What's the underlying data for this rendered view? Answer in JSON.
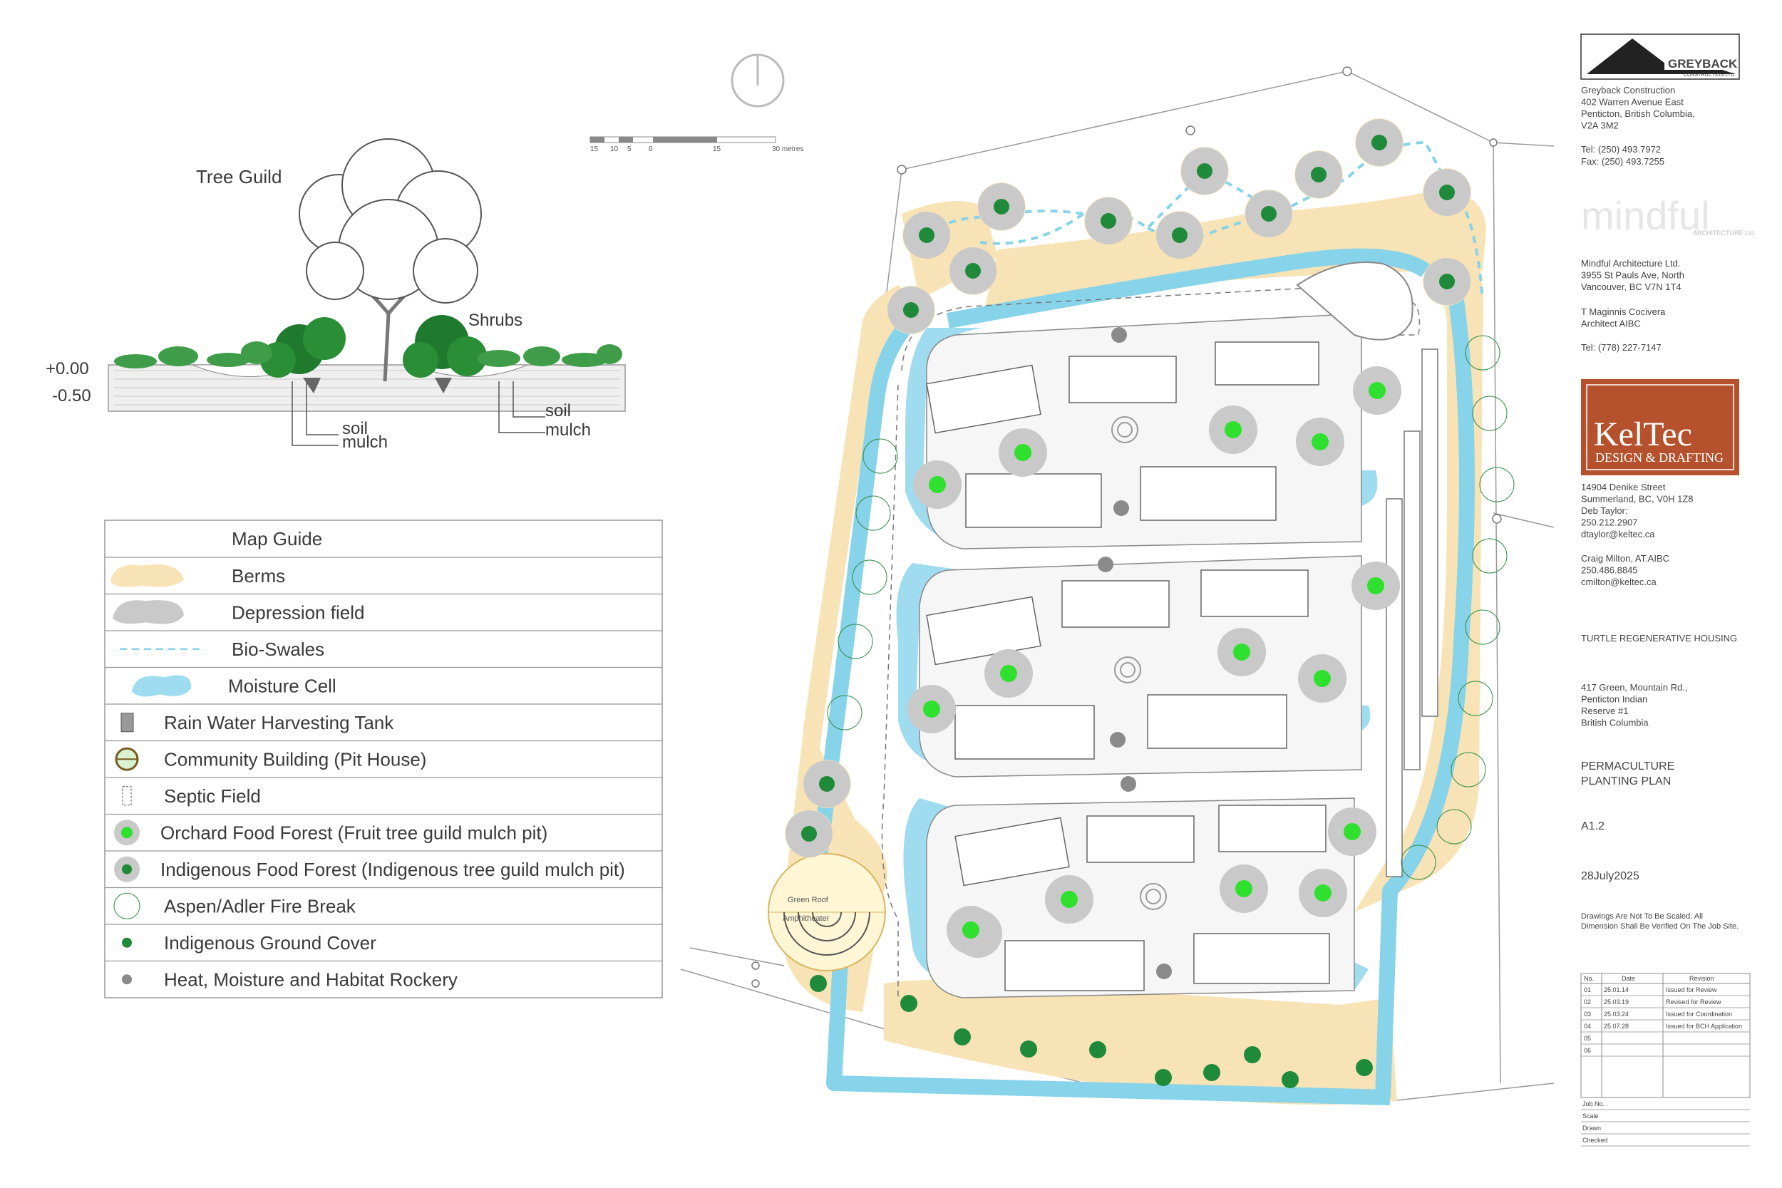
{
  "colors": {
    "berm": "#f7e3b5",
    "depression": "#c9c9c9",
    "swale": "#87d3ea",
    "moisture": "#9fdcf0",
    "orchard_center": "#2fe02f",
    "indigenous_center": "#1e8a3a",
    "ground_cover": "#1f8a3a",
    "rockery": "#8a8a8a",
    "keltec_bg": "#b5522d"
  },
  "section": {
    "title": "Tree Guild",
    "shrubs": "Shrubs",
    "level_top": "+0.00",
    "level_bottom": "-0.50",
    "left_soil": "soil",
    "left_mulch": "mulch",
    "right_soil": "soil",
    "right_mulch": "mulch"
  },
  "scale": {
    "ticks": [
      "15",
      "10",
      "5",
      "0",
      "15",
      "30 metres"
    ]
  },
  "legend": {
    "title": "Map Guide",
    "items": [
      {
        "label": "Berms",
        "icon": "berm-swatch-icon"
      },
      {
        "label": "Depression field",
        "icon": "depression-swatch-icon"
      },
      {
        "label": "Bio-Swales",
        "icon": "swale-dashed-icon"
      },
      {
        "label": "Moisture Cell",
        "icon": "moisture-swatch-icon"
      },
      {
        "label": "Rain Water Harvesting Tank",
        "icon": "tank-icon"
      },
      {
        "label": "Community Building (Pit House)",
        "icon": "pit-house-icon"
      },
      {
        "label": "Septic Field",
        "icon": "septic-field-icon"
      },
      {
        "label": "Orchard Food Forest (Fruit tree guild mulch pit)",
        "icon": "orchard-icon"
      },
      {
        "label": "Indigenous Food Forest (Indigenous tree guild mulch pit)",
        "icon": "indigenous-forest-icon"
      },
      {
        "label": "Aspen/Adler Fire Break",
        "icon": "fire-break-icon"
      },
      {
        "label": "Indigenous Ground Cover",
        "icon": "ground-cover-icon"
      },
      {
        "label": "Heat, Moisture and Habitat Rockery",
        "icon": "rockery-icon"
      }
    ]
  },
  "map_labels": {
    "green_roof": "Green Roof",
    "amphitheater": "Amphitheater"
  },
  "title_block": {
    "greyback_logo": "GREYBACK",
    "greyback_logo_sub": "CONSTRUCTION LTD.",
    "greyback_lines": [
      "Greyback Construction",
      "402 Warren Avenue East",
      "Penticton, British Columbia,",
      "V2A 3M2"
    ],
    "greyback_tel": "Tel: (250) 493.7972",
    "greyback_fax": "Fax: (250) 493.7255",
    "mindful_logo": "mindful",
    "mindful_logo_sub": "ARCHITECTURE Ltd.",
    "mindful_lines": [
      "Mindful Architecture Ltd.",
      "3955 St Pauls Ave, North",
      "Vancouver, BC V7N 1T4"
    ],
    "mindful_person": [
      "T Maginnis Cocivera",
      "Architect AIBC"
    ],
    "mindful_tel": "Tel: (778) 227-7147",
    "keltec_logo": "KelTec",
    "keltec_logo_sub": "DESIGN & DRAFTING",
    "keltec_lines": [
      "14904 Denike Street",
      "Summerland, BC, V0H 1Z8",
      "Deb Taylor:",
      "250.212.2907",
      "dtaylor@keltec.ca"
    ],
    "keltec_lines2": [
      "Craig Milton, AT.AIBC",
      "250.486.8845",
      "cmilton@keltec.ca"
    ],
    "project": "TURTLE REGENERATIVE HOUSING",
    "address": [
      "417 Green, Mountain Rd.,",
      "Penticton Indian",
      "Reserve #1",
      "British Columbia"
    ],
    "sheet_title": [
      "PERMACULTURE",
      "PLANTING PLAN"
    ],
    "sheet_no": "A1.2",
    "date": "28July2025",
    "disclaimer": [
      "Drawings Are Not To Be Scaled. All",
      "Dimension Shall Be Verified On The Job Site."
    ],
    "revision_headers": [
      "No.",
      "Date",
      "Revision"
    ],
    "revisions": [
      [
        "01",
        "25.01.14",
        "Issued for Review"
      ],
      [
        "02",
        "25.03.19",
        "Revised for Review"
      ],
      [
        "03",
        "25.03.24",
        "Issued for Coordination"
      ],
      [
        "04",
        "25.07.28",
        "Issued for BCH Application"
      ],
      [
        "05",
        "",
        ""
      ],
      [
        "06",
        "",
        ""
      ]
    ],
    "job_fields": [
      "Job No.",
      "Scale",
      "Drawn",
      "Checked"
    ]
  }
}
